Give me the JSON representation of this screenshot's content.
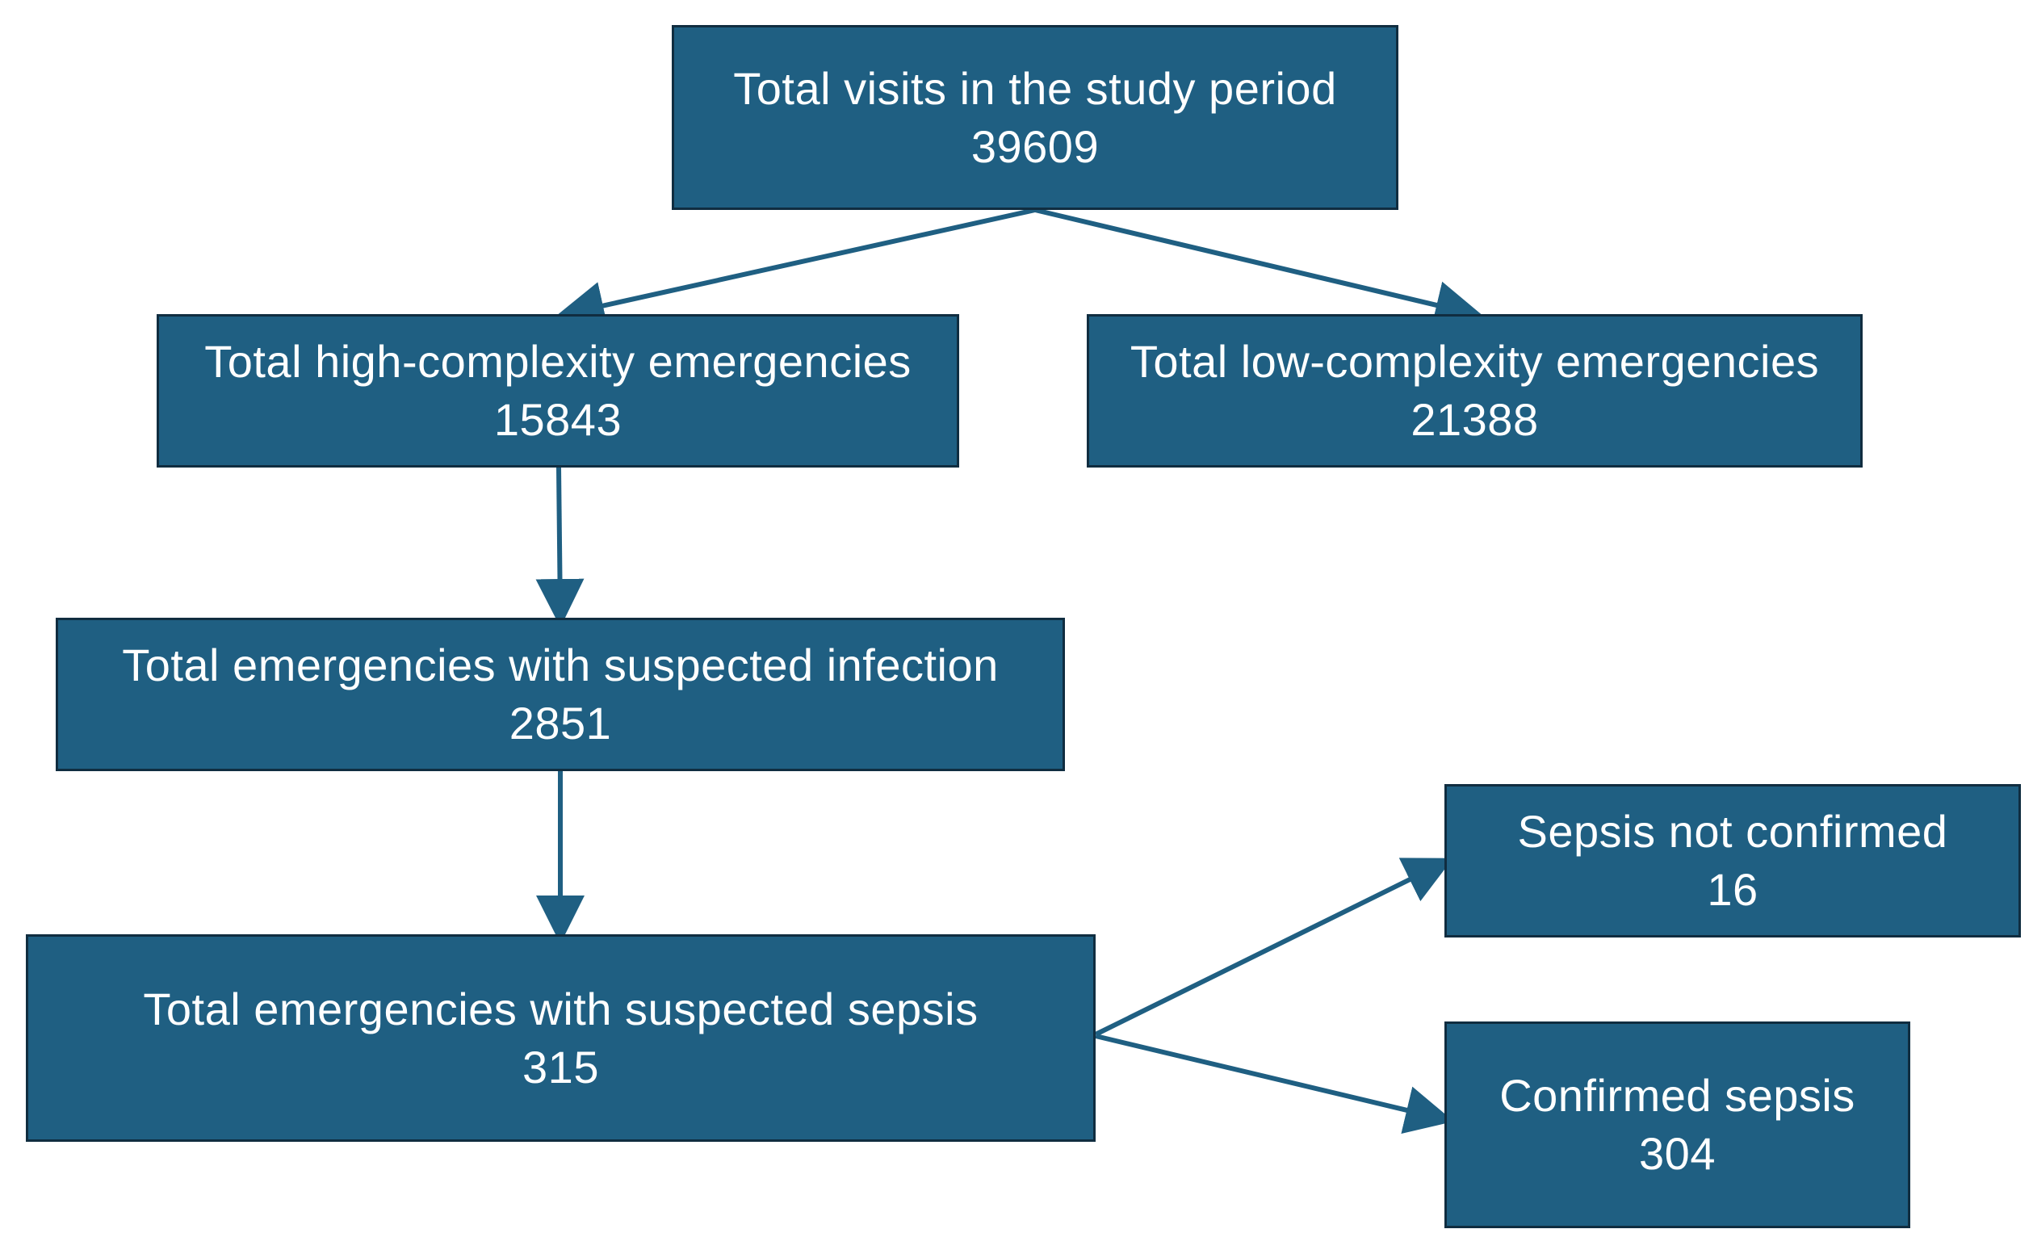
{
  "diagram": {
    "colors": {
      "box_fill": "#1f5f82",
      "box_border": "#102d40",
      "text": "#ffffff",
      "arrow": "#1f5f82"
    },
    "nodes": {
      "total_visits": {
        "label": "Total visits in the study period",
        "value": "39609"
      },
      "high_complexity": {
        "label": "Total high-complexity emergencies",
        "value": "15843"
      },
      "low_complexity": {
        "label": "Total low-complexity emergencies",
        "value": "21388"
      },
      "suspected_infection": {
        "label": "Total emergencies with suspected infection",
        "value": "2851"
      },
      "suspected_sepsis": {
        "label": "Total emergencies with suspected sepsis",
        "value": "315"
      },
      "sepsis_not_confirmed": {
        "label": "Sepsis not confirmed",
        "value": "16"
      },
      "confirmed_sepsis": {
        "label": "Confirmed sepsis",
        "value": "304"
      }
    },
    "edges": [
      {
        "from": "total_visits",
        "to": "high_complexity"
      },
      {
        "from": "total_visits",
        "to": "low_complexity"
      },
      {
        "from": "high_complexity",
        "to": "suspected_infection"
      },
      {
        "from": "suspected_infection",
        "to": "suspected_sepsis"
      },
      {
        "from": "suspected_sepsis",
        "to": "sepsis_not_confirmed"
      },
      {
        "from": "suspected_sepsis",
        "to": "confirmed_sepsis"
      }
    ]
  }
}
